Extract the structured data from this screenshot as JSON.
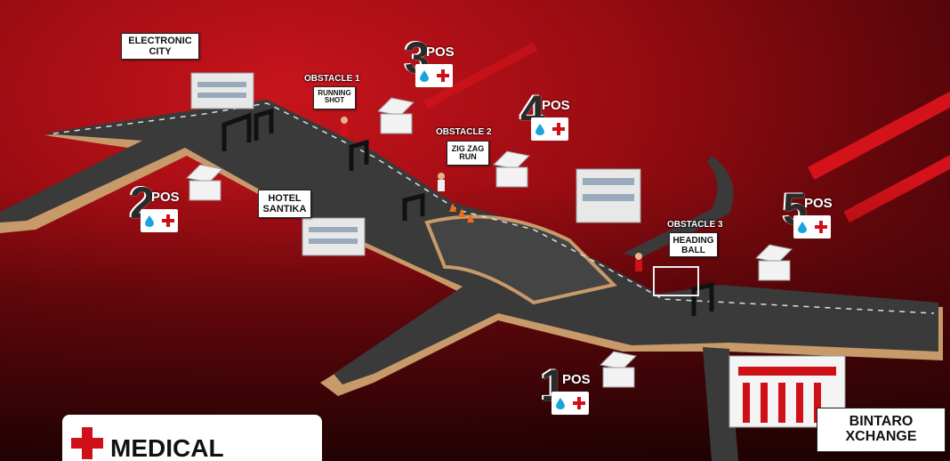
{
  "landmarks": {
    "electronic_city": [
      "ELECTRONIC",
      "CITY"
    ],
    "hotel_santika": [
      "HOTEL",
      "SANTIKA"
    ],
    "bintaro_xchange": [
      "BINTARO",
      "XCHANGE"
    ]
  },
  "obstacles": {
    "o1": {
      "title": "OBSTACLE 1",
      "label": [
        "RUNNING",
        "SHOT"
      ]
    },
    "o2": {
      "title": "OBSTACLE 2",
      "label": [
        "ZIG ZAG",
        "RUN"
      ]
    },
    "o3": {
      "title": "OBSTACLE 3",
      "label": [
        "HEADING",
        "BALL"
      ]
    }
  },
  "pos_label": "POS",
  "pos": {
    "p1": "1",
    "p2": "2",
    "p3": "3",
    "p4": "4",
    "p5": "5"
  },
  "legend": {
    "medical": "MEDICAL"
  },
  "colors": {
    "accent": "#d01018",
    "water": "#1aa3e0",
    "road": "#3a3a3a"
  },
  "icons": {
    "water": "water-drop-icon",
    "medical": "medical-cross-icon"
  }
}
